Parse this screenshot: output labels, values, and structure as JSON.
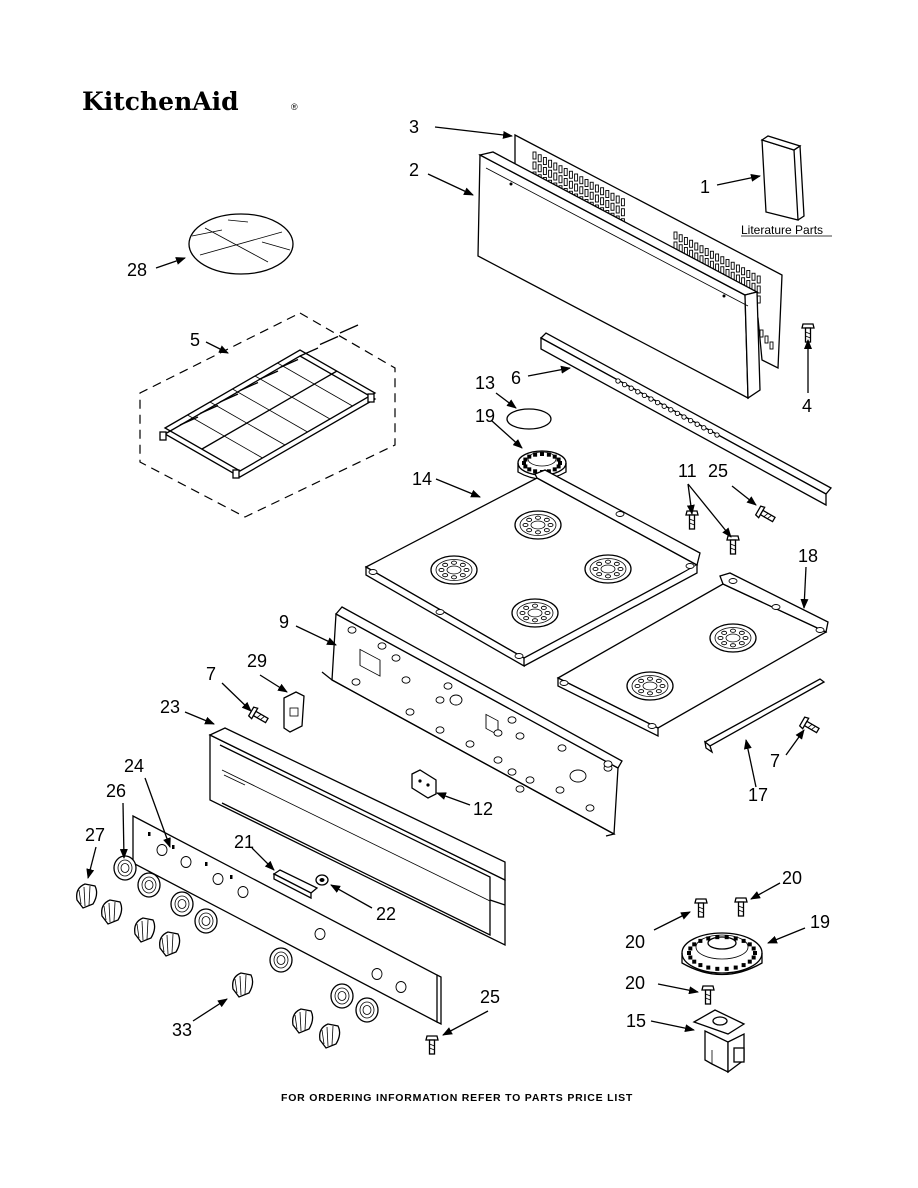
{
  "brand": {
    "name": "KitchenAid",
    "mark": "®"
  },
  "literature_label": "Literature Parts",
  "footer_text": "FOR ORDERING INFORMATION REFER TO PARTS PRICE LIST",
  "callouts": {
    "c1": "1",
    "c2": "2",
    "c3": "3",
    "c4": "4",
    "c5": "5",
    "c6": "6",
    "c7a": "7",
    "c7b": "7",
    "c9": "9",
    "c11": "11",
    "c12": "12",
    "c13": "13",
    "c14": "14",
    "c15": "15",
    "c17": "17",
    "c18": "18",
    "c19a": "19",
    "c19b": "19",
    "c20a": "20",
    "c20b": "20",
    "c20c": "20",
    "c21": "21",
    "c22": "22",
    "c23": "23",
    "c24": "24",
    "c25a": "25",
    "c25b": "25",
    "c26": "26",
    "c27": "27",
    "c28": "28",
    "c29": "29",
    "c33": "33"
  }
}
